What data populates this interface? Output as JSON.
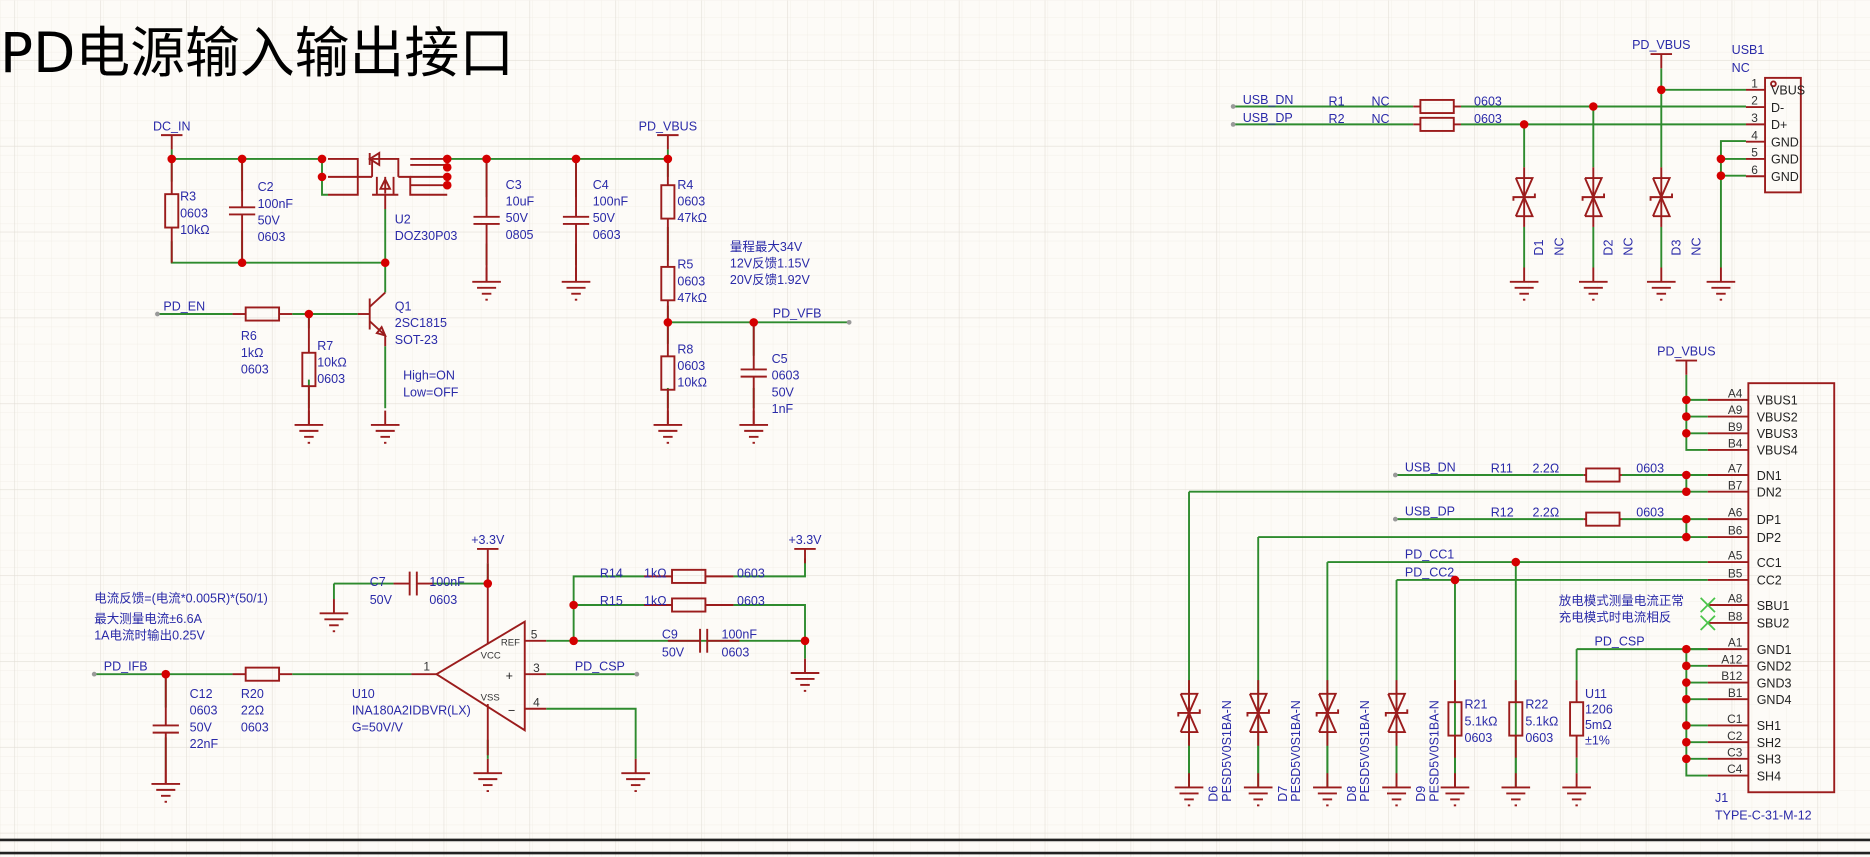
{
  "title": "PD电源输入输出接口",
  "colors": {
    "wire": "#2e8b2e",
    "symbol": "#9b1c1c",
    "junction": "#d40000",
    "label": "#2a2aa8",
    "background": "#fdfbf7"
  },
  "nets": {
    "dc_in": "DC_IN",
    "pd_vbus": "PD_VBUS",
    "pd_en": "PD_EN",
    "pd_vfb": "PD_VFB",
    "pd_ifb": "PD_IFB",
    "pd_csp": "PD_CSP",
    "v33": "+3.3V",
    "usb_dn": "USB_DN",
    "usb_dp": "USB_DP",
    "pd_cc1": "PD_CC1",
    "pd_cc2": "PD_CC2"
  },
  "components": {
    "R3": [
      "R3",
      "0603",
      "10kΩ"
    ],
    "C2": [
      "C2",
      "100nF",
      "50V",
      "0603"
    ],
    "U2": [
      "U2",
      "DOZ30P03"
    ],
    "C3": [
      "C3",
      "10uF",
      "50V",
      "0805"
    ],
    "C4": [
      "C4",
      "100nF",
      "50V",
      "0603"
    ],
    "R4": [
      "R4",
      "0603",
      "47kΩ"
    ],
    "R5": [
      "R5",
      "0603",
      "47kΩ"
    ],
    "R8": [
      "R8",
      "0603",
      "10kΩ"
    ],
    "C5": [
      "C5",
      "0603",
      "50V",
      "1nF"
    ],
    "R6": [
      "R6",
      "1kΩ",
      "0603"
    ],
    "R7": [
      "R7",
      "10kΩ",
      "0603"
    ],
    "Q1": [
      "Q1",
      "2SC1815",
      "SOT-23"
    ],
    "C7": [
      "C7",
      "50V",
      "100nF",
      "0603"
    ],
    "R14": [
      "R14",
      "1kΩ",
      "0603"
    ],
    "R15": [
      "R15",
      "1kΩ",
      "0603"
    ],
    "C9": [
      "C9",
      "50V",
      "100nF",
      "0603"
    ],
    "C12": [
      "C12",
      "0603",
      "50V",
      "22nF"
    ],
    "R20": [
      "R20",
      "22Ω",
      "0603"
    ],
    "U10": [
      "U10",
      "INA180A2IDBVR(LX)",
      "G=50V/V"
    ],
    "R1": [
      "R1",
      "NC",
      "0603"
    ],
    "R2": [
      "R2",
      "NC",
      "0603"
    ],
    "USB1": [
      "USB1",
      "NC"
    ],
    "D1": [
      "D1",
      "NC"
    ],
    "D2": [
      "D2",
      "NC"
    ],
    "D3": [
      "D3",
      "NC"
    ],
    "R11": [
      "R11",
      "2.2Ω",
      "0603"
    ],
    "R12": [
      "R12",
      "2.2Ω",
      "0603"
    ],
    "D6": [
      "D6",
      "PESD5V0S1BA-N"
    ],
    "D7": [
      "D7",
      "PESD5V0S1BA-N"
    ],
    "D8": [
      "D8",
      "PESD5V0S1BA-N"
    ],
    "D9": [
      "D9",
      "PESD5V0S1BA-N"
    ],
    "R21": [
      "R21",
      "5.1kΩ",
      "0603"
    ],
    "R22": [
      "R22",
      "5.1kΩ",
      "0603"
    ],
    "U11": [
      "U11",
      "1206",
      "5mΩ",
      "±1%"
    ],
    "J1": [
      "J1",
      "TYPE-C-31-M-12"
    ]
  },
  "notes": {
    "q1_logic": [
      "High=ON",
      "Low=OFF"
    ],
    "vfb": [
      "量程最大34V",
      "12V反馈1.15V",
      "20V反馈1.92V"
    ],
    "ifb": [
      "电流反馈=(电流*0.005R)*(50/1)",
      "最大测量电流±6.6A",
      "1A电流时输出0.25V"
    ],
    "j1_mode": [
      "放电模式测量电流正常",
      "充电模式时电流相反"
    ]
  },
  "u10_pins": {
    "ref": "REF",
    "vcc": "VCC",
    "vss": "VSS",
    "p1": "1",
    "p5": "5",
    "p3": "3",
    "p4": "4",
    "plus": "+",
    "minus": "−"
  },
  "usb1_pins": [
    {
      "num": "1",
      "name": "VBUS"
    },
    {
      "num": "2",
      "name": "D-"
    },
    {
      "num": "3",
      "name": "D+"
    },
    {
      "num": "4",
      "name": "GND"
    },
    {
      "num": "5",
      "name": "GND"
    },
    {
      "num": "6",
      "name": "GND"
    }
  ],
  "j1_pins": [
    {
      "num": "A4",
      "name": "VBUS1"
    },
    {
      "num": "A9",
      "name": "VBUS2"
    },
    {
      "num": "B9",
      "name": "VBUS3"
    },
    {
      "num": "B4",
      "name": "VBUS4"
    },
    {
      "num": "A7",
      "name": "DN1"
    },
    {
      "num": "B7",
      "name": "DN2"
    },
    {
      "num": "A6",
      "name": "DP1"
    },
    {
      "num": "B6",
      "name": "DP2"
    },
    {
      "num": "A5",
      "name": "CC1"
    },
    {
      "num": "B5",
      "name": "CC2"
    },
    {
      "num": "A8",
      "name": "SBU1"
    },
    {
      "num": "B8",
      "name": "SBU2"
    },
    {
      "num": "A1",
      "name": "GND1"
    },
    {
      "num": "A12",
      "name": "GND2"
    },
    {
      "num": "B12",
      "name": "GND3"
    },
    {
      "num": "B1",
      "name": "GND4"
    },
    {
      "num": "C1",
      "name": "SH1"
    },
    {
      "num": "C2",
      "name": "SH2"
    },
    {
      "num": "C3",
      "name": "SH3"
    },
    {
      "num": "C4",
      "name": "SH4"
    }
  ]
}
